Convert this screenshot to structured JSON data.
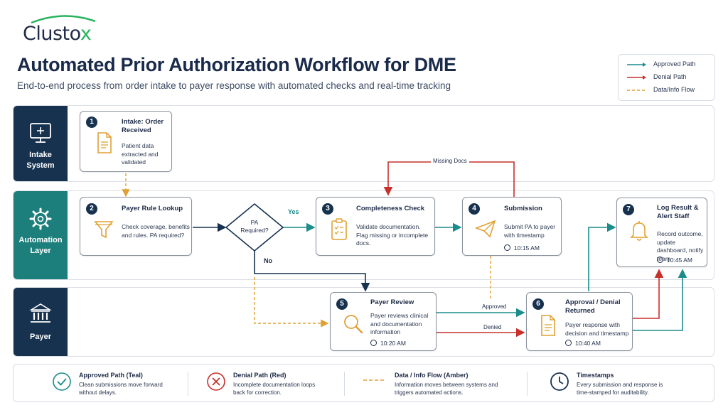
{
  "brand": {
    "logo_text": "Clusto",
    "logo_accent": "x"
  },
  "header": {
    "title": "Automated Prior Authorization Workflow for DME",
    "subtitle": "End-to-end process from order intake to payer response with automated checks and real-time tracking"
  },
  "legend": {
    "approved": "Approved Path",
    "denial": "Denial Path",
    "data": "Data/Info Flow"
  },
  "colors": {
    "teal": "#1b8c8a",
    "red": "#c8302c",
    "amber": "#e0a134",
    "navy": "#16324f",
    "teal_lane": "#1d7f7c"
  },
  "lanes": [
    {
      "label": "Intake System",
      "icon": "monitor-icon"
    },
    {
      "label": "Automation Layer",
      "icon": "gear-icon"
    },
    {
      "label": "Payer",
      "icon": "bank-icon"
    }
  ],
  "steps": [
    {
      "num": "1",
      "title": "Intake: Order Received",
      "desc": "Patient data extracted and validated",
      "icon": "document-icon"
    },
    {
      "num": "2",
      "title": "Payer Rule Lookup",
      "desc": "Check coverage, benefits and rules. PA required?",
      "icon": "filter-icon"
    },
    {
      "num": "3",
      "title": "Completeness Check",
      "desc": "Validate documentation. Flag missing or incomplete docs.",
      "icon": "clipboard-icon"
    },
    {
      "num": "4",
      "title": "Submission",
      "desc": "Submit PA to payer with timestamp",
      "time": "10:15 AM",
      "icon": "send-icon"
    },
    {
      "num": "5",
      "title": "Payer Review",
      "desc": "Payer reviews clinical and documentation information",
      "time": "10:20 AM",
      "icon": "search-icon"
    },
    {
      "num": "6",
      "title": "Approval / Denial Returned",
      "desc": "Payer response with decision and timestamp",
      "time": "10:40 AM",
      "icon": "document-icon"
    },
    {
      "num": "7",
      "title": "Log Result & Alert Staff",
      "desc": "Record outcome, update dashboard, notify team",
      "time": "10:45 AM",
      "icon": "bell-icon"
    }
  ],
  "decision": {
    "label": "PA Required?",
    "yes": "Yes",
    "no": "No"
  },
  "flow_labels": {
    "missing_docs": "Missing Docs",
    "approved": "Approved",
    "denied": "Denied"
  },
  "footer": [
    {
      "title": "Approved Path (Teal)",
      "desc": "Clean submissions move forward without delays.",
      "icon": "check-circle-icon"
    },
    {
      "title": "Denial Path (Red)",
      "desc": "Incomplete documentation loops back for correction.",
      "icon": "x-circle-icon"
    },
    {
      "title": "Data / Info Flow (Amber)",
      "desc": "Information moves between systems and triggers automated actions.",
      "icon": "dashed-line-icon"
    },
    {
      "title": "Timestamps",
      "desc": "Every submission and response is time-stamped for auditability.",
      "icon": "clock-icon"
    }
  ]
}
